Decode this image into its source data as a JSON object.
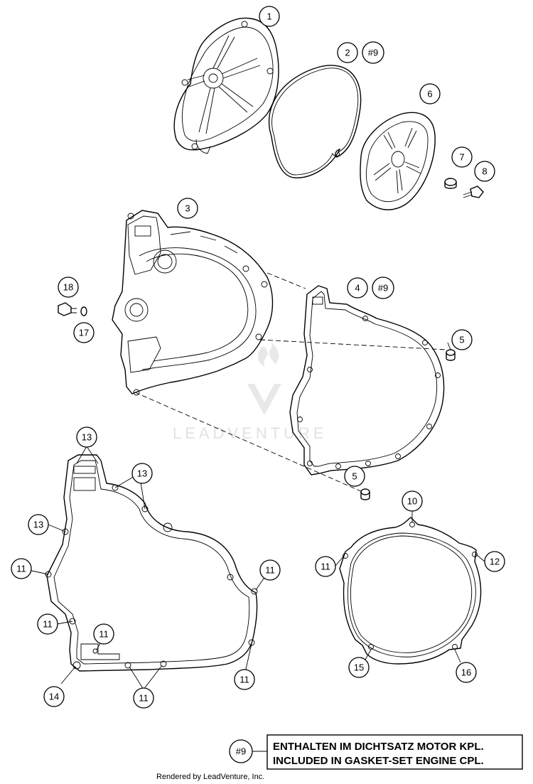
{
  "callouts": [
    {
      "id": "c1",
      "label": "1"
    },
    {
      "id": "c2",
      "label": "2"
    },
    {
      "id": "c2ref",
      "label": "#9"
    },
    {
      "id": "c3",
      "label": "3"
    },
    {
      "id": "c4",
      "label": "4"
    },
    {
      "id": "c4ref",
      "label": "#9"
    },
    {
      "id": "c5a",
      "label": "5"
    },
    {
      "id": "c5b",
      "label": "5"
    },
    {
      "id": "c6",
      "label": "6"
    },
    {
      "id": "c7",
      "label": "7"
    },
    {
      "id": "c8",
      "label": "8"
    },
    {
      "id": "c10",
      "label": "10"
    },
    {
      "id": "c11a",
      "label": "11"
    },
    {
      "id": "c11b",
      "label": "11"
    },
    {
      "id": "c11c",
      "label": "11"
    },
    {
      "id": "c11d",
      "label": "11"
    },
    {
      "id": "c11e",
      "label": "11"
    },
    {
      "id": "c11f",
      "label": "11"
    },
    {
      "id": "c11g",
      "label": "11"
    },
    {
      "id": "c11h",
      "label": "11"
    },
    {
      "id": "c12",
      "label": "12"
    },
    {
      "id": "c13a",
      "label": "13"
    },
    {
      "id": "c13b",
      "label": "13"
    },
    {
      "id": "c13c",
      "label": "13"
    },
    {
      "id": "c14",
      "label": "14"
    },
    {
      "id": "c15",
      "label": "15"
    },
    {
      "id": "c16",
      "label": "16"
    },
    {
      "id": "c17",
      "label": "17"
    },
    {
      "id": "c18",
      "label": "18"
    }
  ],
  "note": {
    "ref": "#9",
    "line1": "ENTHALTEN IM DICHTSATZ MOTOR KPL.",
    "line2": "INCLUDED IN GASKET-SET ENGINE CPL."
  },
  "footer": "Rendered by LeadVenture, Inc.",
  "watermark": "LEADVENTURE"
}
